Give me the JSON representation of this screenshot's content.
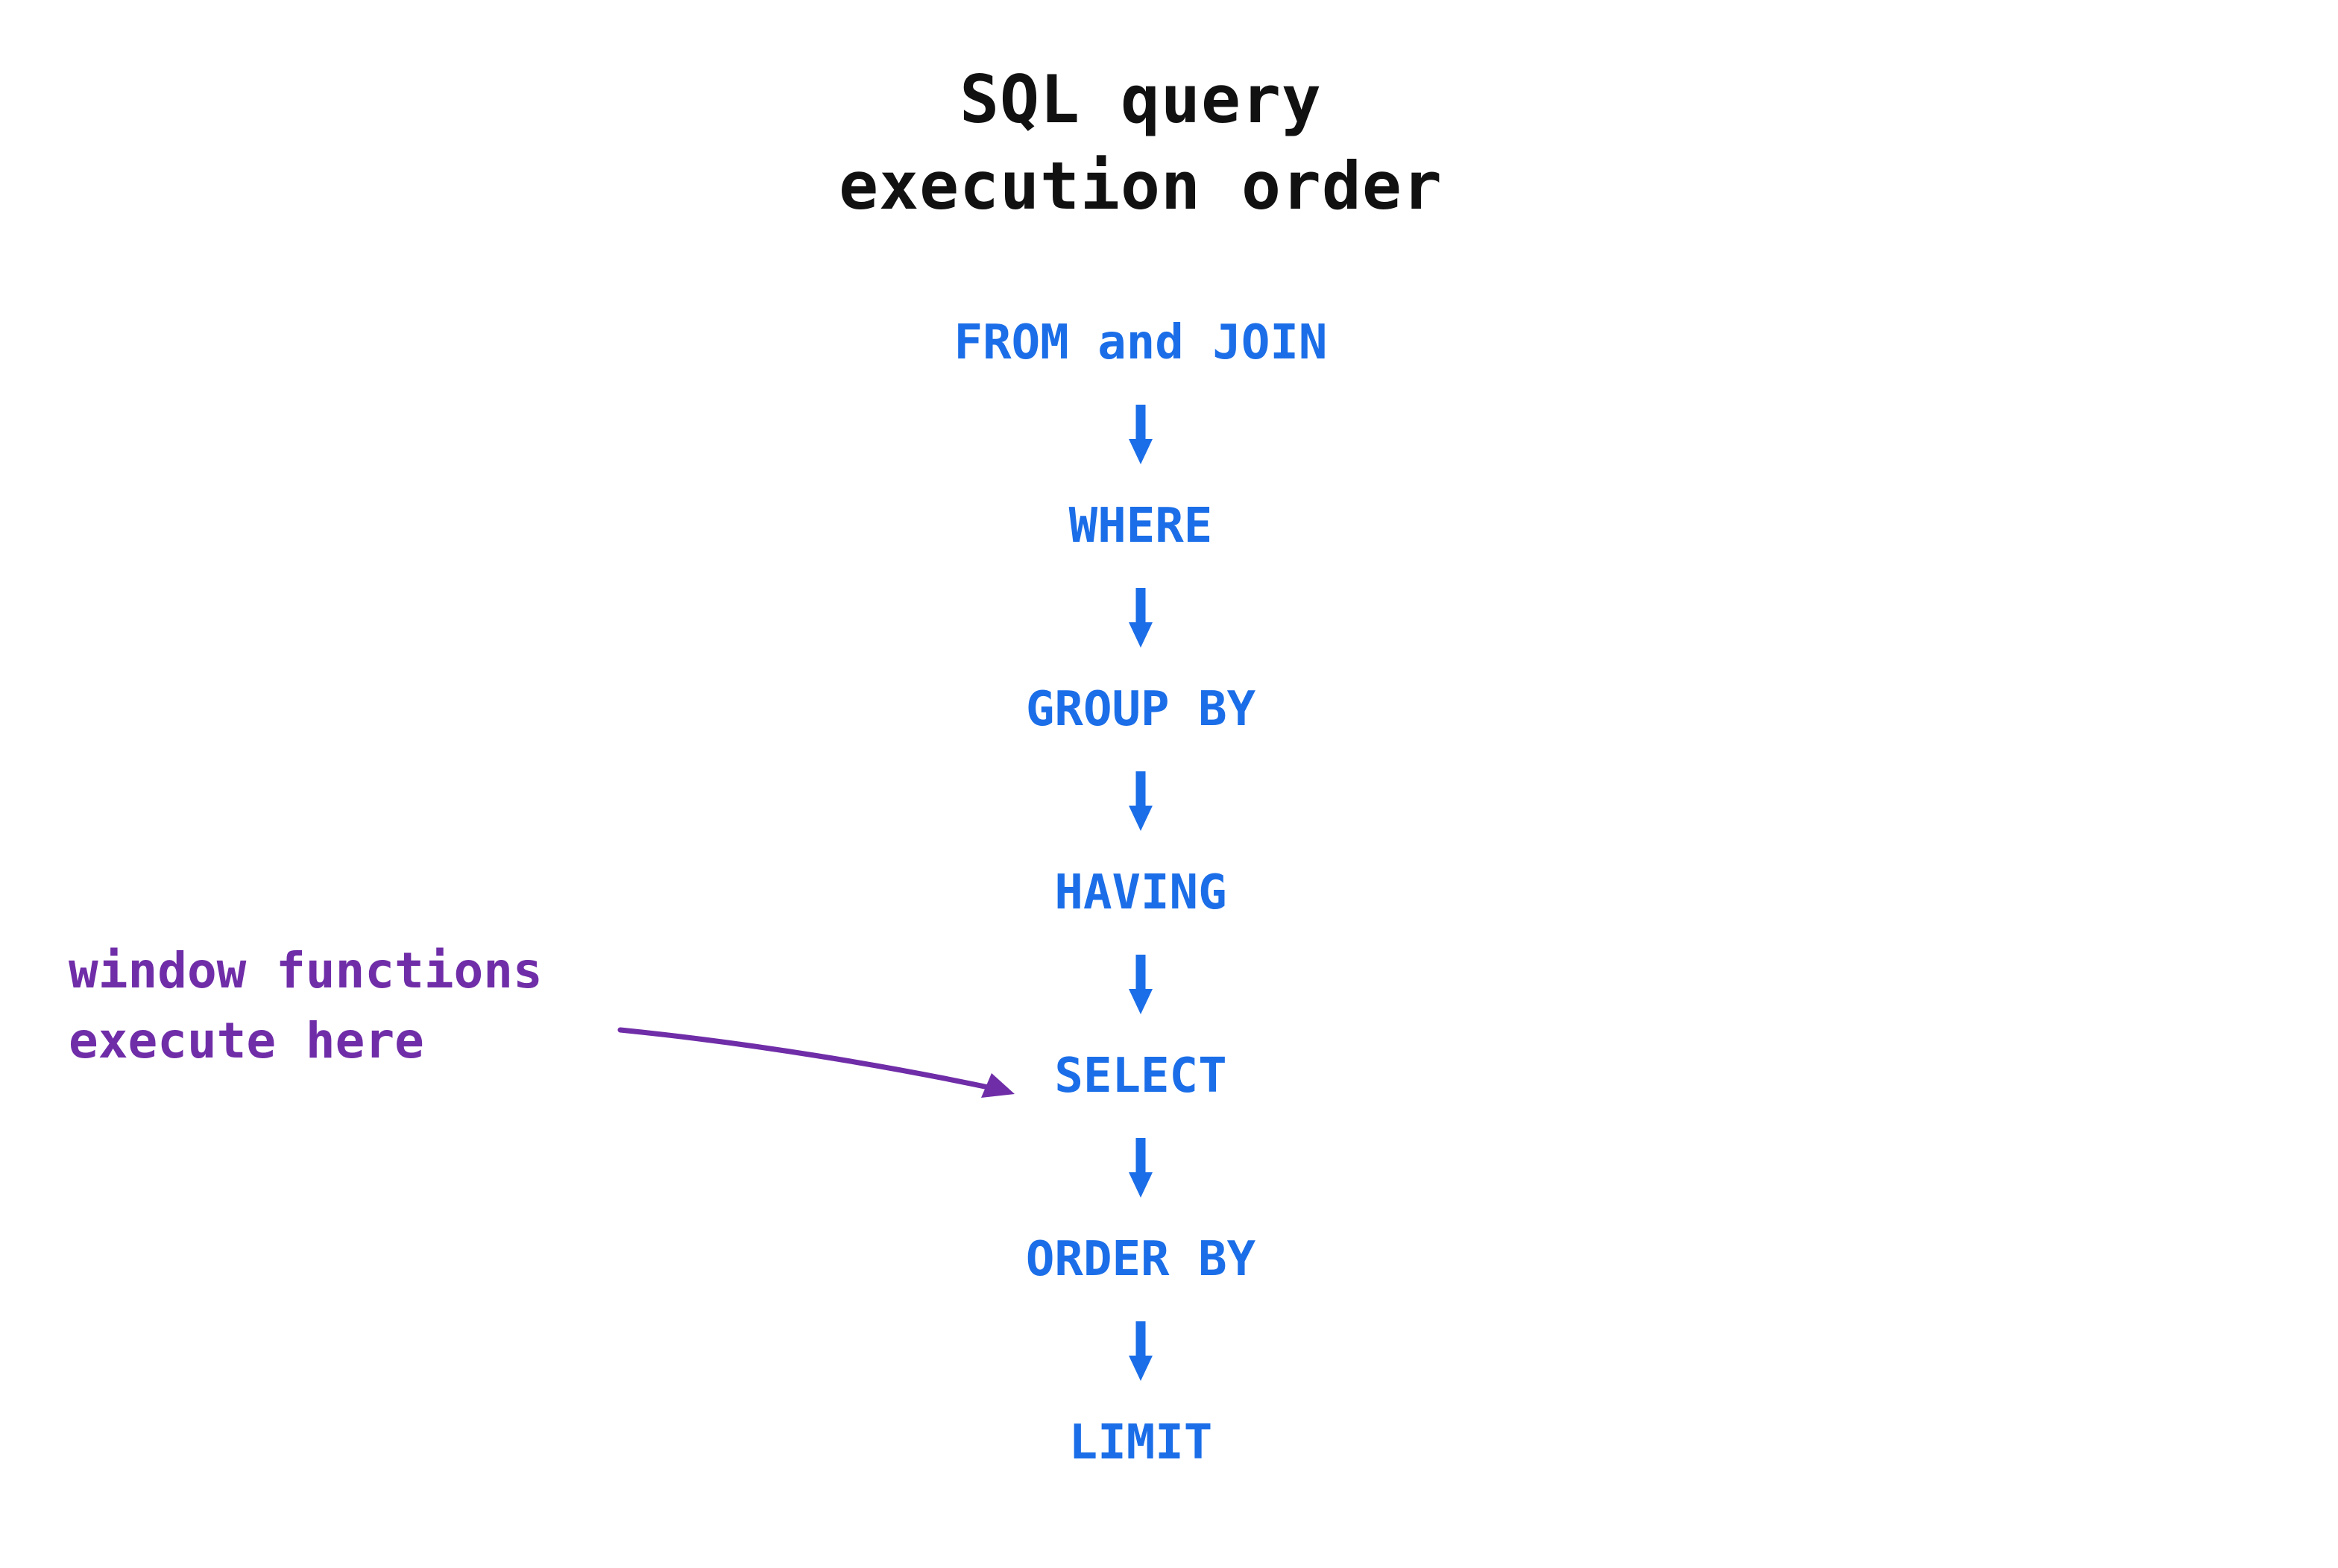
{
  "page": {
    "background_color": "#ffffff"
  },
  "title": {
    "line1": "SQL query",
    "line2": "execution order",
    "color": "#111111"
  },
  "flow": {
    "color": "#1b6ee8",
    "direction": "top-to-bottom",
    "connector": "down-arrow",
    "steps": [
      {
        "order": 1,
        "label": "FROM and JOIN"
      },
      {
        "order": 2,
        "label": "WHERE"
      },
      {
        "order": 3,
        "label": "GROUP BY"
      },
      {
        "order": 4,
        "label": "HAVING"
      },
      {
        "order": 5,
        "label": "SELECT"
      },
      {
        "order": 6,
        "label": "ORDER BY"
      },
      {
        "order": 7,
        "label": "LIMIT"
      }
    ]
  },
  "annotation": {
    "color": "#6f2da8",
    "line1": "window functions",
    "line2": "execute here",
    "points_to": "SELECT"
  }
}
